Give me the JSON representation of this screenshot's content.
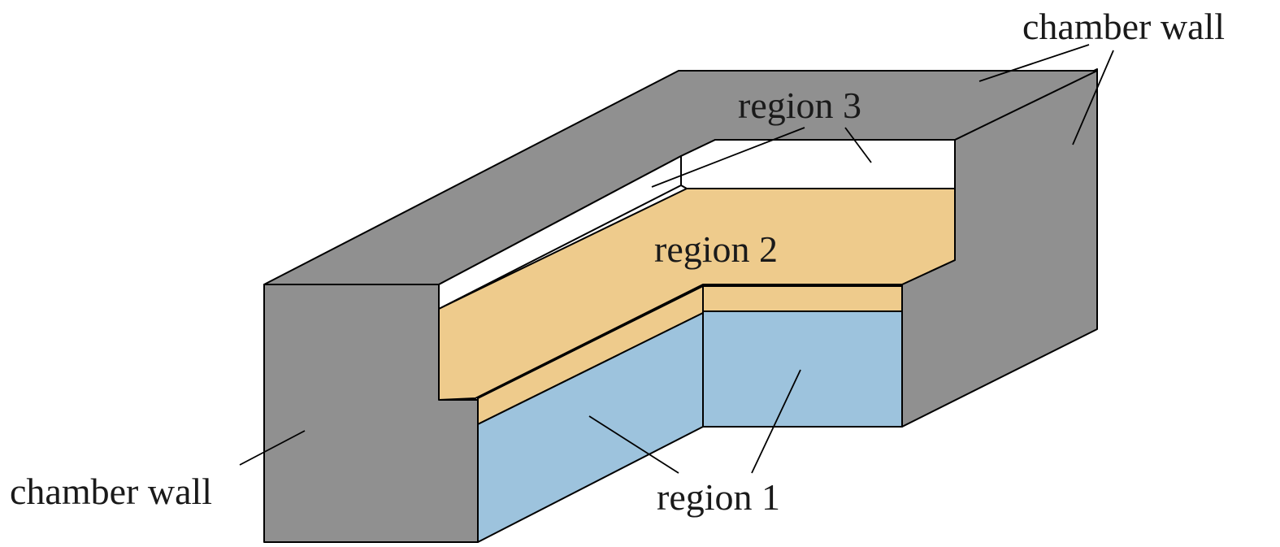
{
  "labels": {
    "chamber_wall_top": "chamber wall",
    "chamber_wall_left": "chamber wall",
    "region_1": "region 1",
    "region_2": "region 2",
    "region_3": "region 3"
  },
  "colors": {
    "chamber_wall": "#909090",
    "region_1": "#9dc3dd",
    "region_2": "#eecb8c",
    "region_3": "#ffffff"
  }
}
